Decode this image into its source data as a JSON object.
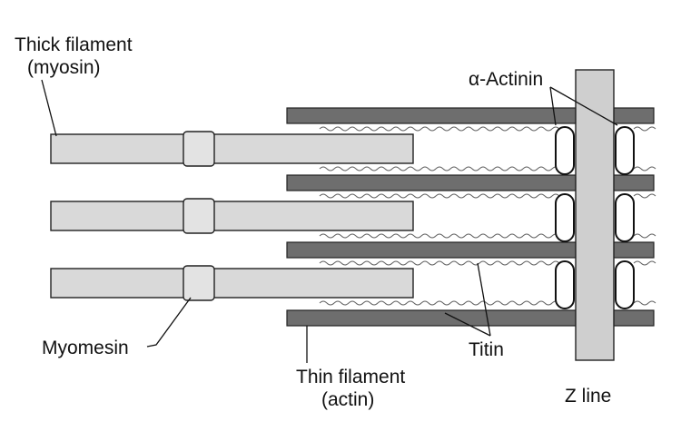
{
  "labels": {
    "thick_line1": "Thick filament",
    "thick_line2": "(myosin)",
    "alpha_actinin": "α-Actinin",
    "myomesin": "Myomesin",
    "titin": "Titin",
    "thin_line1": "Thin filament",
    "thin_line2": "(actin)",
    "z_line": "Z line"
  },
  "colors": {
    "thick_filament": "#d9d9d9",
    "thin_filament": "#6e6e6e",
    "z_line": "#cfcfcf",
    "outline": "#222222"
  }
}
